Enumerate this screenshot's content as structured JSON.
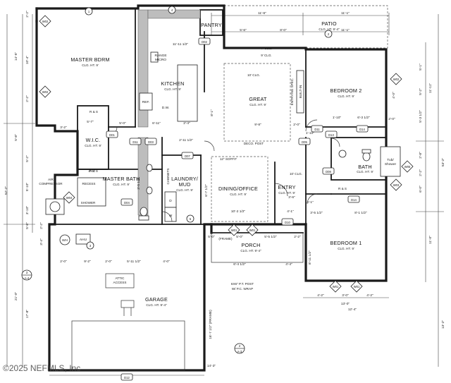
{
  "rooms": {
    "master_bdrm": {
      "name": "MASTER BDRM",
      "ceiling": "CLG. HT. 9'"
    },
    "kitchen": {
      "name": "KITCHEN",
      "ceiling": "CLG. HT. 9'"
    },
    "great": {
      "name": "GREAT",
      "ceiling": "CLG. HT. 9'"
    },
    "bedroom2": {
      "name": "BEDROOM 2",
      "ceiling": "CLG. HT. 9'"
    },
    "wic": {
      "name": "W.I.C.",
      "ceiling": "CLG. HT. 9'"
    },
    "master_bath": {
      "name": "MASTER BATH",
      "ceiling": "CLG. HT. 9'"
    },
    "laundry": {
      "name": "LAUNDRY/",
      "name2": "MUD",
      "ceiling": "CLG. HT. 9'"
    },
    "dining": {
      "name": "DINING/OFFICE",
      "ceiling": "CLG. HT. 9'"
    },
    "entry": {
      "name": "ENTRY",
      "ceiling": "CLG. HT. 9'"
    },
    "bath": {
      "name": "BATH",
      "ceiling": "CLG. HT. 9'"
    },
    "bedroom1": {
      "name": "BEDROOM 1",
      "ceiling": "CLG. HT. 9'"
    },
    "porch": {
      "name": "PORCH",
      "ceiling": "CLG. HT. 9'-4\""
    },
    "patio": {
      "name": "PATIO",
      "ceiling": "CLG. HT. 9'-4\""
    },
    "garage": {
      "name": "GARAGE",
      "ceiling": "CLG. HT. 9'-4\""
    },
    "pantry": {
      "name": "PANTRY"
    },
    "shower": {
      "name": "SHOWER"
    }
  },
  "labels": {
    "range": "RANGE",
    "micro": "MICRO",
    "ref": "REF.",
    "dw": "D.W.",
    "ten_clg_great": "10' CLG.",
    "ten_clg_entry": "10' CLG.",
    "nine_clg": "9' CLG.",
    "deco_post": "DECO. POST",
    "soffit": "12\" SOFFIT",
    "air_compressor_1": "AIR",
    "air_compressor_2": "COMPRESSOR",
    "attic_1": "ATTIC",
    "attic_2": "ACCESS",
    "post_1": "6X6\" P.T. POST",
    "post_2": "W/ P.C. WRAP",
    "wh": "WH",
    "ahu": "AHU",
    "tub_1": "Tub/",
    "tub_2": "Shower",
    "cabinets": "CABINETS",
    "recess": "RECESS",
    "frame": "(FRAME)",
    "dryer": "D",
    "washer": "W",
    "shelves_1": "R & S",
    "shelves_2": "R & S",
    "shelves_3": "R & S",
    "builtin": "BUILT-IN",
    "ent_spec": "ENTRY/NG SPEC.",
    "watermark": "©2025 NEFMLS, Inc"
  },
  "dims": {
    "d_11_6": "11'-6\"",
    "d_11_1": "11'-1\"",
    "d_5_6": "5'-6\"",
    "d_8_0": "8'-0\"",
    "d_11_1b": "11'-1\"",
    "d_4_3_4": "4\" CLG.",
    "d_14_5": "14'-5\"",
    "d_10_4": "10'-4\"",
    "d_2_2": "2'-2\"",
    "d_2_2b": "2'-2\"",
    "d_5_8": "5'-8\"",
    "d_11_11": "11'-11 1/2\"",
    "d_4_0": "4'-0\"",
    "d_2_11": "2'-11 1/2\"",
    "d_8_1": "8'-1\"",
    "d_1_10": "1'-10\"",
    "d_6_3": "6'-3 1/2\"",
    "d_2_0": "2'-0\"",
    "d_5_7": "5'-7\"",
    "d_3_2": "3'-2\"",
    "d_5_0": "5'-0\"",
    "d_6_11": "6'-11\"",
    "d_2_4": "2'-4\"",
    "d_9_8": "9'-8\"",
    "d_2_0b": "2'-0\"",
    "d_5_11": "5'-11 1/2\"",
    "d_8_11": "8'-11 1/2\"",
    "d_4_1": "4'-1\"",
    "d_4_1b": "4'-1\"",
    "d_10_2": "10'-2 1/2\"",
    "d_3_5": "3'-5 1/2\"",
    "d_3_5b": "3'-5 1/2\"",
    "d_8_1b": "8'-1 1/2\"",
    "d_3_6": "3'-6\"",
    "d_5_5": "5'-5 1/2\"",
    "d_2_2c": "2'-2\"",
    "d_11_0": "11'-0\"",
    "d_5_0b": "5'-0\"",
    "d_5_0c": "5'-0\"",
    "d_2_0c": "2'-0\"",
    "d_9_2": "9'-2\"",
    "d_5_11b": "5'-11 1/2\"",
    "d_2_0d": "2'-0\"",
    "d_4_0b": "4'-0\"",
    "d_6_4": "6'-4 1/2\"",
    "d_4_4": "4'-4\"",
    "d_4_2": "4'-2\"",
    "d_3_0": "3'-0\"",
    "d_4_2b": "4'-2\"",
    "d_13_2": "13'-2\"",
    "d_21_0": "21'-0\"",
    "d_17_8": "17'-8\"",
    "d_14_3": "14'-3\"",
    "d_16_7": "16'-7 1/2\" (FRAME)",
    "d_12_4": "12'-4\"",
    "d_52_2": "52'-2\"",
    "d_53_2": "53'-2\"",
    "d_5_8b": "5'-8\"",
    "d_2_2d": "2'-2\"",
    "d_5_10": "5'-10\"",
    "d_13_0": "13'-0\"",
    "d_5_3": "5'-3 1/2\"",
    "d_3_10": "3'-10\"",
    "d_5_2": "5'-2\"",
    "d_3_4": "3'-4\"",
    "d_5_2b": "5'-2\"",
    "d_6_7": "6'-7 1/2\"",
    "d_5_1": "5'-1\"",
    "d_6_0": "6'-0\"",
    "d_2_8": "2'-8\"",
    "d_2_2e": "2'-2\"",
    "d_11_11b": "11'-11\"",
    "d_1_10b": "1'-10\"",
    "d_4_1c": "4'-1\""
  },
  "tags": {
    "d01": "D01",
    "d02": "D02",
    "d03": "D03",
    "d04": "D04",
    "d05": "D05",
    "d07": "D07",
    "d08": "D08",
    "d09": "D09",
    "d10": "D10",
    "d11": "D11",
    "d12": "D12",
    "d13": "D13",
    "d14": "D14",
    "w01": "W01",
    "w02": "W02",
    "w03": "W03",
    "w04": "W04",
    "w05": "W05",
    "n1": "1",
    "n2": "2",
    "n3": "3",
    "n4": "4",
    "n5": "5",
    "a4": "A-4",
    "a3": "A-3"
  }
}
